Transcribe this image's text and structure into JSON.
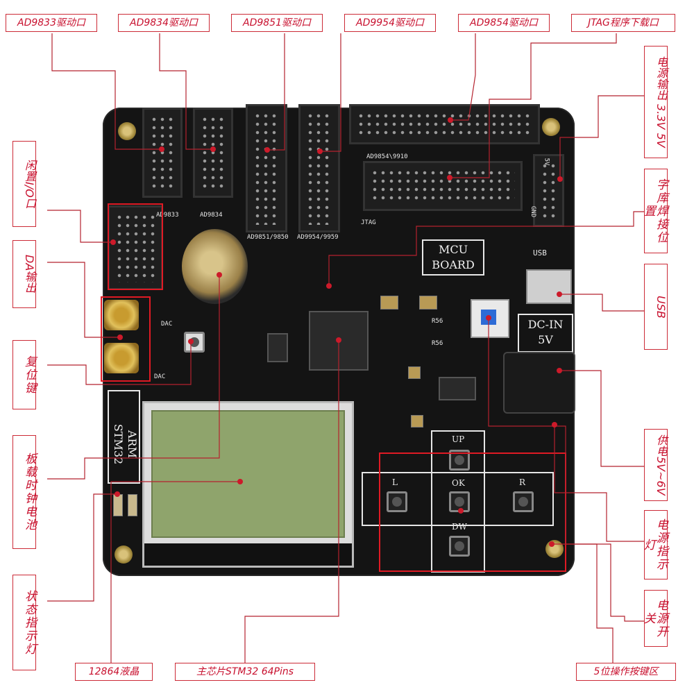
{
  "labels": {
    "ad9833": "AD9833驱动口",
    "ad9834": "AD9834驱动口",
    "ad9851": "AD9851驱动口",
    "ad9954": "AD9954驱动口",
    "ad9854": "AD9854驱动口",
    "jtag": "JTAG程序下载口",
    "power_out": "电源输出 3.3V 5V",
    "font_solder": "字库焊接位置",
    "usb": "USB",
    "supply": "供电5V~6V",
    "power_led": "电源指示灯",
    "power_switch": "电源开关",
    "keys5": "5位操作按键区",
    "main_chip": "主芯片STM32  64Pins",
    "lcd12864": "12864液晶",
    "status_led": "状态指示灯",
    "battery": "板载时钟电池",
    "reset": "复位键",
    "da_out": "DA输出",
    "spare_io": "闲置I/O口"
  },
  "silkscreen": {
    "ad9833": "AD9833",
    "ad9834": "AD9834",
    "ad9851": "AD9851/9850",
    "ad9954": "AD9954/9959",
    "ad9854": "AD9854\\9910",
    "jtag": "JTAG",
    "mcu_line1": "MCU",
    "mcu_line2": "BOARD",
    "usb": "USB",
    "dcin_line1": "DC-IN",
    "dcin_line2": "5V",
    "arm": "ARM STM32",
    "up": "UP",
    "ok": "OK",
    "left": "L",
    "right": "R",
    "down": "DW",
    "dac1": "DAC",
    "dac2": "DAC",
    "r56a": "R56",
    "r56b": "R56",
    "gnd": "GND",
    "v5": "5V"
  },
  "colors": {
    "label_border": "#cc2a36",
    "label_text": "#c8102e",
    "leader": "#b5222e",
    "board": "#141414",
    "highlight_box": "#e01a24"
  }
}
